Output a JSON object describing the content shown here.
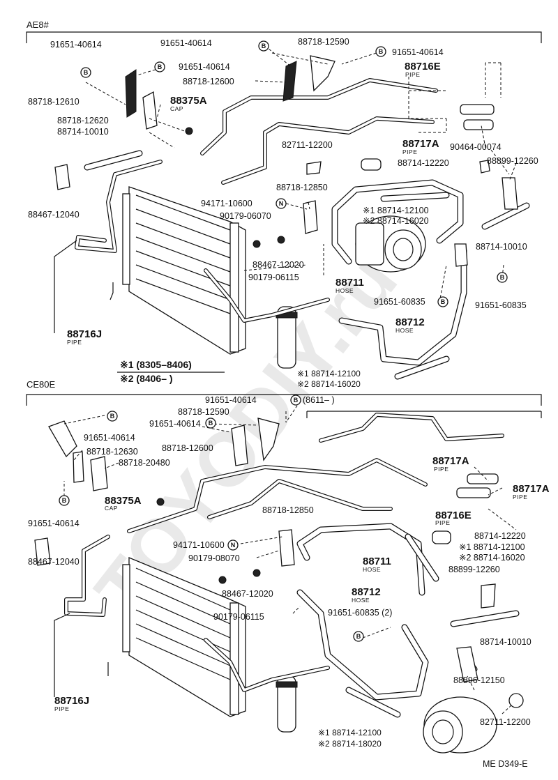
{
  "sections": {
    "top": "AE8#",
    "bottom": "CE80E"
  },
  "watermark": "TOYODIY.ru",
  "footer_code": "ME D349-E",
  "marks": {
    "b": "B",
    "n": "N"
  },
  "top": {
    "p_91651_40614_a": "91651-40614",
    "p_91651_40614_b": "91651-40614",
    "p_91651_40614_c": "91651-40614",
    "p_91651_40614_d": "91651-40614",
    "p_88718_12590": "88718-12590",
    "p_88716E": "88716E",
    "pipe_88716E": "PIPE",
    "p_88718_12600": "88718-12600",
    "p_88718_12610": "88718-12610",
    "p_88375A": "88375A",
    "cap_88375A": "CAP",
    "p_88718_12620": "88718-12620",
    "p_88714_10010_a": "88714-10010",
    "p_88717A": "88717A",
    "pipe_88717A": "PIPE",
    "p_90464_00074": "90464-00074",
    "p_82711_12200": "82711-12200",
    "p_88714_12220": "88714-12220",
    "p_88899_12260": "88899-12260",
    "p_88467_12040": "88467-12040",
    "p_88718_12850": "88718-12850",
    "p_94171_10600": "94171-10600",
    "p_90179_06070": "90179-06070",
    "p_88714_12100_a": "※1 88714-12100",
    "p_88714_16020_a": "※2 88714-16020",
    "p_88714_10010_b": "88714-10010",
    "p_88467_12020": "88467-12020",
    "p_90179_06115": "90179-06115",
    "p_88711": "88711",
    "hose_88711": "HOSE",
    "p_91651_60835_a": "91651-60835",
    "p_91651_60835_b": "91651-60835",
    "p_88712": "88712",
    "hose_88712": "HOSE",
    "p_88716J": "88716J",
    "pipe_88716J": "PIPE",
    "note1": "※1 (8305–8406)",
    "note2": "※2 (8406–      )",
    "p_88714_12100_b": "※1 88714-12100",
    "p_88714_16020_b": "※2 88714-16020"
  },
  "bottom": {
    "p_91651_40614_a": "91651-40614",
    "range_8611": "(8611–      )",
    "p_88718_12590": "88718-12590",
    "p_91651_40614_b": "91651-40614",
    "p_91651_40614_c": "91651-40614",
    "p_88718_12630": "88718-12630",
    "p_88718_12600": "88718-12600",
    "p_88718_20480": "88718-20480",
    "p_88375A": "88375A",
    "cap_88375A": "CAP",
    "p_91651_40614_d": "91651-40614",
    "p_88717A_a": "88717A",
    "pipe_88717A_a": "PIPE",
    "p_88717A_b": "88717A",
    "pipe_88717A_b": "PIPE",
    "p_88718_12850": "88718-12850",
    "p_88716E": "88716E",
    "pipe_88716E": "PIPE",
    "p_88714_12220": "88714-12220",
    "p_88714_12100_a": "※1 88714-12100",
    "p_88714_16020_a": "※2 88714-16020",
    "p_88899_12260": "88899-12260",
    "p_88467_12040": "88467-12040",
    "p_94171_10600": "94171-10600",
    "p_90179_08070": "90179-08070",
    "p_88711": "88711",
    "hose_88711": "HOSE",
    "p_88467_12020": "88467-12020",
    "p_88712": "88712",
    "hose_88712": "HOSE",
    "p_90179_06115": "90179-06115",
    "p_91651_60835": "91651-60835 (2)",
    "p_88714_10010": "88714-10010",
    "p_88716J": "88716J",
    "pipe_88716J": "PIPE",
    "p_88896_12150": "88896-12150",
    "p_82711_12200": "82711-12200",
    "p_88714_12100_b": "※1 88714-12100",
    "p_88714_18020_b": "※2 88714-18020"
  }
}
